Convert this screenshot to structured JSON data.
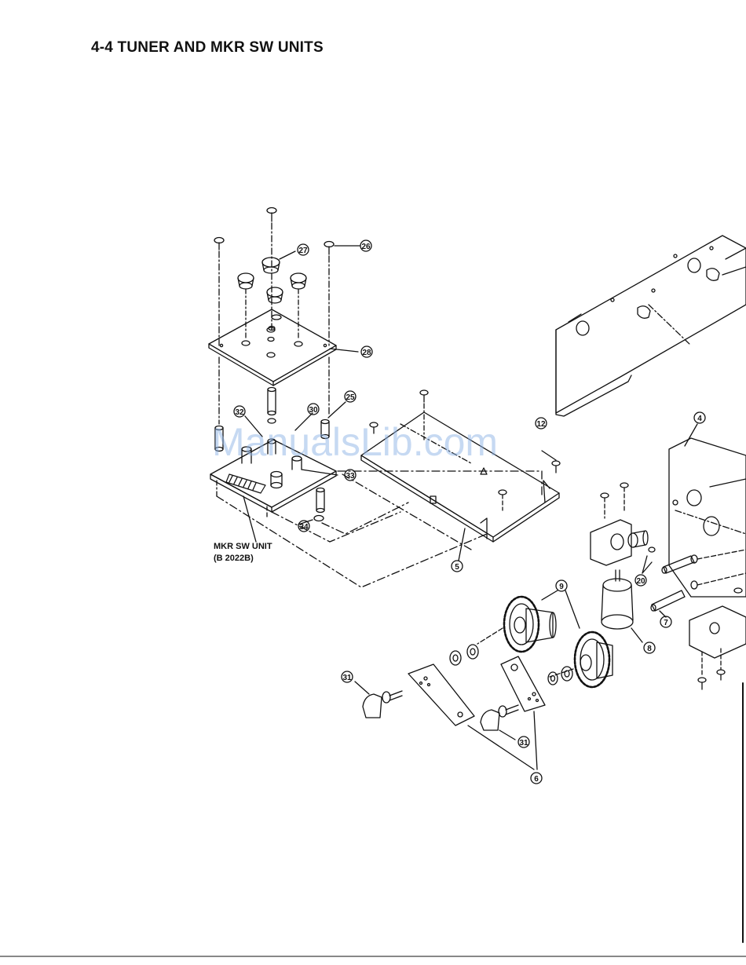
{
  "header": {
    "title": "4-4 TUNER AND MKR SW UNITS"
  },
  "labels": {
    "unit_name": "MKR SW UNIT",
    "unit_code": "(B 2022B)"
  },
  "watermark": {
    "text": "ManualsLib.com",
    "color": "#8fb4e6"
  },
  "callouts": [
    {
      "id": "c26",
      "text": "26"
    },
    {
      "id": "c27",
      "text": "27"
    },
    {
      "id": "c28",
      "text": "28"
    },
    {
      "id": "c25",
      "text": "25"
    },
    {
      "id": "c32",
      "text": "32"
    },
    {
      "id": "c30",
      "text": "30"
    },
    {
      "id": "c33",
      "text": "33"
    },
    {
      "id": "c34",
      "text": "34"
    },
    {
      "id": "c12",
      "text": "12"
    },
    {
      "id": "c5",
      "text": "5"
    },
    {
      "id": "c4",
      "text": "4"
    },
    {
      "id": "c9",
      "text": "9"
    },
    {
      "id": "c20",
      "text": "20"
    },
    {
      "id": "c7",
      "text": "7"
    },
    {
      "id": "c8",
      "text": "8"
    },
    {
      "id": "c31a",
      "text": "31"
    },
    {
      "id": "c31b",
      "text": "31"
    },
    {
      "id": "c6",
      "text": "6"
    }
  ]
}
